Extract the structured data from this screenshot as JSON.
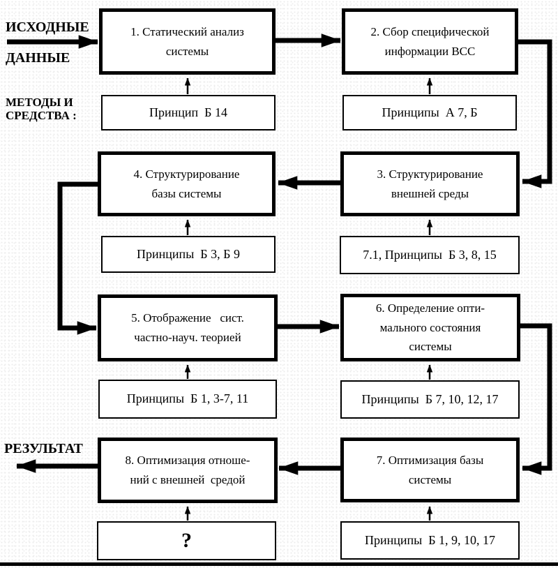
{
  "palette": {
    "ink": "#000000",
    "paper": "#ffffff"
  },
  "side_labels": {
    "input_line1": "ИСХОДНЫЕ",
    "input_line2": "ДАННЫЕ",
    "methods": "МЕТОДЫ И\nСРЕДСТВА :",
    "result": "РЕЗУЛЬТАТ"
  },
  "process_boxes": {
    "b1": {
      "text": "1. Статический анализ\nсистемы"
    },
    "b2": {
      "text": "2. Сбор специфической\nинформации ВСС"
    },
    "b3": {
      "text": "3. Структурирование\nвнешней среды"
    },
    "b4": {
      "text": "4. Структурирование\nбазы системы"
    },
    "b5": {
      "text": "5. Отображение   сист.\nчастно-науч. теорией"
    },
    "b6": {
      "text": "6. Определение опти-\nмального состояния\nсистемы"
    },
    "b7": {
      "text": "7. Оптимизация базы\nсистемы"
    },
    "b8": {
      "text": "8. Оптимизация отноше-\nний с внешней  средой"
    }
  },
  "method_boxes": {
    "m1": {
      "text": "Принцип  Б 14"
    },
    "m2": {
      "text": "Принципы  А 7, Б"
    },
    "m3": {
      "text": "7.1, Принципы  Б 3, 8, 15"
    },
    "m4": {
      "text": "Принципы  Б 3, Б 9"
    },
    "m5": {
      "text": "Принципы  Б 1, 3-7, 11"
    },
    "m6": {
      "text": "Принципы  Б 7, 10, 12, 17"
    },
    "m7": {
      "text": "Принципы  Б 1, 9, 10, 17"
    },
    "m8": {
      "text": "?"
    }
  }
}
